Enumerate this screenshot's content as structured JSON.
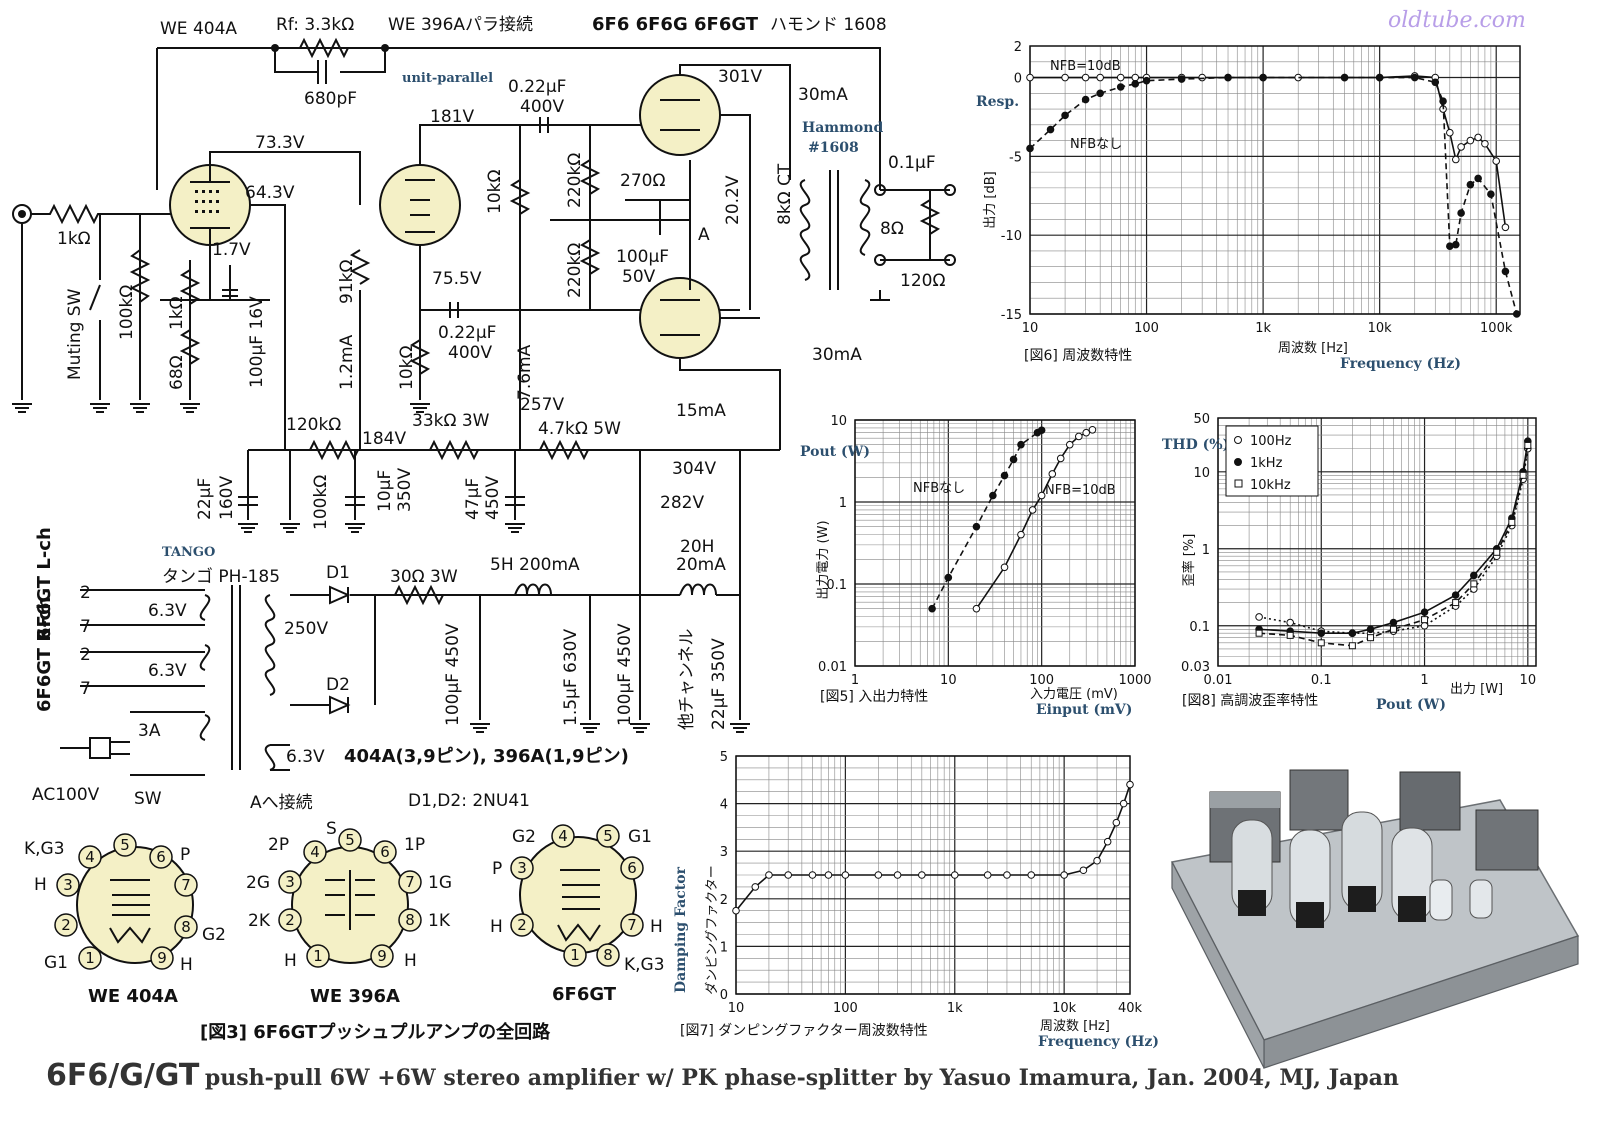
{
  "watermark": "oldtube.com",
  "caption": {
    "tube": "6F6/G/GT",
    "rest": "push-pull 6W +6W stereo amplifier w/ PK phase-splitter by Yasuo Imamura, Jan. 2004, MJ, Japan"
  },
  "schematic": {
    "title": "[図3] 6F6GTプッシュプルアンプの全回路",
    "top_labels": [
      "WE 404A",
      "Rf: 3.3kΩ",
      "WE 396Aパラ接続",
      "6F6 6F6G 6F6GT",
      "ハモンド 1608"
    ],
    "unit_parallel": "unit-parallel",
    "hammond": [
      "Hammond",
      "#1608"
    ],
    "tango": "TANGO",
    "components": {
      "c680": "680pF",
      "c022a": "0.22μF",
      "c022a_v": "400V",
      "c022b": "0.22μF",
      "c022b_v": "400V",
      "r1k_in": "1kΩ",
      "muting": "Muting SW",
      "r100k_in": "100kΩ",
      "r1k_k": "1kΩ",
      "r68": "68Ω",
      "c100_16": "100μF 16V",
      "v73": "73.3V",
      "v64": "64.3V",
      "v17": "1.7V",
      "v181": "181V",
      "v755": "75.5V",
      "r91k": "91kΩ",
      "i12": "1.2mA",
      "r10k_a": "10kΩ",
      "r10k_b": "10kΩ",
      "r220k_a": "220kΩ",
      "r220k_b": "220kΩ",
      "r270": "270Ω",
      "c100_50": "100μF",
      "c100_50_v": "50V",
      "pa": "A",
      "v202": "20.2V",
      "v301": "301V",
      "i30a": "30mA",
      "i30b": "30mA",
      "ct": "8kΩ CT",
      "c01": "0.1μF",
      "r8": "8Ω",
      "r120": "120Ω",
      "i76": "7.6mA",
      "r120k": "120kΩ",
      "v184": "184V",
      "r33k": "33kΩ 3W",
      "v257": "257V",
      "r47k": "4.7kΩ 5W",
      "i15": "15mA",
      "c22_160": "22μF",
      "c22_160_v": "160V",
      "r100k_b": "100kΩ",
      "c10_350": "10μF",
      "c10_350_v": "350V",
      "c47_450": "47μF",
      "c47_450_v": "450V",
      "v304": "304V",
      "v282": "282V",
      "transformer": "タンゴ PH-185",
      "d1": "D1",
      "d2": "D2",
      "r30": "30Ω 3W",
      "choke5h": "5H 200mA",
      "choke20h_a": "20H",
      "choke20h_b": "20mA",
      "v250": "250V",
      "h63a": "6.3V",
      "h63b": "6.3V",
      "h63c": "6.3V",
      "lch": "6F6GT L-ch",
      "rch": "6F6GT R-ch",
      "n2a": "2",
      "n7a": "7",
      "n2b": "2",
      "n7b": "7",
      "fuse": "3A",
      "ac": "AC100V",
      "sw": "SW",
      "heater_note": "404A(3,9ピン), 396A(1,9ピン)",
      "a_conn": "Aへ接続",
      "diodes": "D1,D2: 2NU41",
      "c100_450": "100μF 450V",
      "c15_630": "1.5μF 630V",
      "c100_450b": "100μF 450V",
      "other_ch": "他チャンネル",
      "c22_350": "22μF 350V"
    },
    "pinouts": [
      {
        "name": "WE 404A",
        "labels": [
          "K,G3",
          "H",
          "G1",
          "P",
          "G2",
          "H"
        ]
      },
      {
        "name": "WE 396A",
        "labels": [
          "2P",
          "S",
          "1P",
          "2G",
          "1G",
          "2K",
          "1K",
          "H",
          "H"
        ]
      },
      {
        "name": "6F6GT",
        "labels": [
          "G2",
          "G1",
          "P",
          "H",
          "H",
          "K,G3"
        ]
      }
    ]
  },
  "chart_data": [
    {
      "type": "line",
      "title": "[図6] 周波数特性",
      "xlabel": "周波数 [Hz]",
      "xlabel_en": "Frequency (Hz)",
      "ylabel": "出力 [dB]",
      "ylabel_en": "Resp.",
      "xscale": "log",
      "xlim": [
        10,
        160000
      ],
      "ylim": [
        -15,
        2
      ],
      "x_ticks": [
        "10",
        "100",
        "1k",
        "10k",
        "100k"
      ],
      "y_ticks": [
        "2",
        "0",
        "-5",
        "-10",
        "-15"
      ],
      "grid": true,
      "series": [
        {
          "name": "NFB=10dB",
          "marker": "open-circle",
          "style": "solid",
          "x": [
            10,
            20,
            30,
            40,
            60,
            80,
            100,
            200,
            300,
            500,
            1000,
            2000,
            5000,
            10000,
            20000,
            30000,
            35000,
            40000,
            45000,
            50000,
            60000,
            70000,
            80000,
            100000,
            120000
          ],
          "y": [
            0,
            0,
            0,
            0,
            0,
            0,
            0,
            0,
            0,
            0,
            0,
            0,
            0,
            0,
            0.1,
            0,
            -2,
            -3.5,
            -5.2,
            -4.4,
            -4,
            -3.8,
            -4.2,
            -5.3,
            -9.5
          ]
        },
        {
          "name": "NFBなし",
          "marker": "filled-circle",
          "style": "dashed",
          "x": [
            10,
            15,
            20,
            30,
            40,
            60,
            80,
            100,
            200,
            500,
            1000,
            5000,
            10000,
            20000,
            30000,
            35000,
            40000,
            45000,
            50000,
            60000,
            70000,
            90000,
            120000,
            150000
          ],
          "y": [
            -4.5,
            -3.3,
            -2.4,
            -1.4,
            -1.0,
            -0.6,
            -0.4,
            -0.2,
            -0.1,
            0,
            0,
            0,
            0,
            0,
            -0.3,
            -1.5,
            -10.7,
            -10.6,
            -8.6,
            -6.8,
            -6.4,
            -7.4,
            -12.3,
            -15
          ]
        }
      ]
    },
    {
      "type": "line",
      "title": "[図5] 入出力特性",
      "xlabel": "入力電圧 (mV)",
      "xlabel_en": "Einput (mV)",
      "ylabel": "出力電力 (W)",
      "ylabel_en": "Pout (W)",
      "xscale": "log",
      "yscale": "log",
      "xlim": [
        1,
        1000
      ],
      "ylim": [
        0.01,
        10
      ],
      "x_ticks": [
        "1",
        "10",
        "100",
        "1000"
      ],
      "y_ticks": [
        "10",
        "1",
        "0.1",
        "0.01"
      ],
      "grid": true,
      "series": [
        {
          "name": "NFBなし",
          "marker": "filled-circle",
          "style": "dashed",
          "x": [
            6.7,
            10,
            20,
            30,
            40,
            50,
            60,
            90,
            100
          ],
          "y": [
            0.05,
            0.12,
            0.5,
            1.2,
            2.1,
            3.3,
            5,
            7,
            7.5
          ]
        },
        {
          "name": "NFB=10dB",
          "marker": "open-circle",
          "style": "solid",
          "x": [
            20,
            40,
            60,
            80,
            100,
            130,
            160,
            200,
            250,
            300,
            350
          ],
          "y": [
            0.05,
            0.16,
            0.4,
            0.8,
            1.2,
            2.2,
            3.4,
            5,
            6.3,
            7,
            7.6
          ]
        }
      ]
    },
    {
      "type": "line",
      "title": "[図8] 高調波歪率特性",
      "xlabel": "出力 [W]",
      "xlabel_en": "Pout (W)",
      "ylabel": "歪率 [%]",
      "ylabel_en": "THD (%)",
      "xscale": "log",
      "yscale": "log",
      "xlim": [
        0.01,
        12
      ],
      "ylim": [
        0.03,
        50
      ],
      "x_ticks": [
        "0.01",
        "0.1",
        "1",
        "10"
      ],
      "y_ticks": [
        "50",
        "10",
        "1",
        "0.1",
        "0.03"
      ],
      "legend": "top-left",
      "grid": true,
      "series": [
        {
          "name": "100Hz",
          "marker": "open-circle",
          "style": "dotted",
          "x": [
            0.025,
            0.05,
            0.1,
            0.2,
            0.3,
            0.5,
            1,
            2,
            3,
            5,
            7,
            9,
            10
          ],
          "y": [
            0.13,
            0.11,
            0.085,
            0.08,
            0.08,
            0.085,
            0.1,
            0.18,
            0.3,
            0.8,
            2,
            8,
            20
          ]
        },
        {
          "name": "1kHz",
          "marker": "filled-circle",
          "style": "solid",
          "x": [
            0.025,
            0.05,
            0.1,
            0.2,
            0.3,
            0.5,
            1,
            2,
            3,
            5,
            7,
            9,
            10
          ],
          "y": [
            0.09,
            0.085,
            0.08,
            0.08,
            0.09,
            0.11,
            0.15,
            0.25,
            0.45,
            1,
            2.5,
            10,
            25
          ]
        },
        {
          "name": "10kHz",
          "marker": "open-square",
          "style": "dashed",
          "x": [
            0.025,
            0.05,
            0.1,
            0.2,
            0.3,
            0.5,
            1,
            2,
            3,
            5,
            7,
            9,
            10
          ],
          "y": [
            0.08,
            0.075,
            0.06,
            0.055,
            0.07,
            0.09,
            0.12,
            0.2,
            0.35,
            0.9,
            2.2,
            9,
            22
          ]
        }
      ]
    },
    {
      "type": "line",
      "title": "[図7] ダンピングファクター周波数特性",
      "xlabel": "周波数 [Hz]",
      "xlabel_en": "Frequency (Hz)",
      "ylabel": "ダンピングファクター",
      "ylabel_en": "Damping Factor",
      "xscale": "log",
      "xlim": [
        10,
        40000
      ],
      "ylim": [
        0,
        5
      ],
      "x_ticks": [
        "10",
        "100",
        "1k",
        "10k",
        "40k"
      ],
      "y_ticks": [
        "5",
        "4",
        "3",
        "2",
        "1",
        "0"
      ],
      "grid": true,
      "series": [
        {
          "name": "",
          "marker": "open-circle",
          "style": "solid",
          "x": [
            10,
            15,
            20,
            30,
            50,
            70,
            100,
            200,
            300,
            500,
            1000,
            2000,
            3000,
            5000,
            10000,
            15000,
            20000,
            25000,
            30000,
            35000,
            40000
          ],
          "y": [
            1.75,
            2.25,
            2.5,
            2.5,
            2.5,
            2.5,
            2.5,
            2.5,
            2.5,
            2.5,
            2.5,
            2.5,
            2.5,
            2.5,
            2.5,
            2.6,
            2.8,
            3.2,
            3.6,
            4.0,
            4.4
          ]
        }
      ]
    }
  ]
}
